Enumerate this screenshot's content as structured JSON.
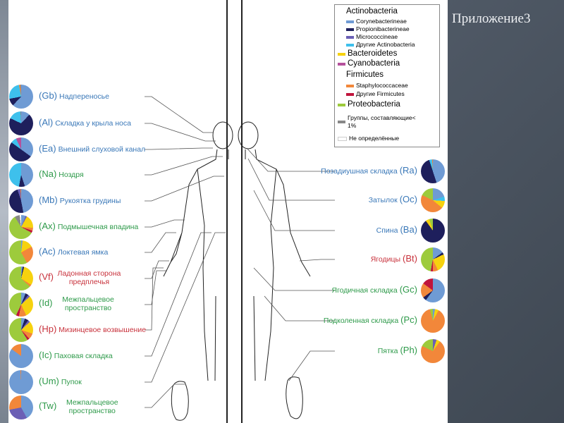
{
  "title": "Приложение3",
  "legend": {
    "groups": [
      {
        "label": "Actinobacteria"
      },
      {
        "label": "Firmicutes"
      }
    ],
    "items": [
      {
        "label": "Corynebacterineae",
        "color": "#6f9bd4"
      },
      {
        "label": "Propionibacterineae",
        "color": "#1e1f5c"
      },
      {
        "label": "Micrococcineae",
        "color": "#6b5fb5"
      },
      {
        "label": "Другие Actinobacteria",
        "color": "#3ec0ec"
      },
      {
        "label": "Bacteroidetes",
        "color": "#f6d20e"
      },
      {
        "label": "Cyanobacteria",
        "color": "#b5519c"
      },
      {
        "label": "Staphylococcaceae",
        "color": "#f2873a"
      },
      {
        "label": "Другие Firmicutes",
        "color": "#c0143c"
      },
      {
        "label": "Proteobacteria",
        "color": "#9dcb3c"
      },
      {
        "label": "Группы, составляющие< 1%",
        "color": "#888888"
      },
      {
        "label": "Не определённые",
        "color": "#ffffff"
      }
    ]
  },
  "left_sites": [
    {
      "code": "(Gb)",
      "name": "Надпереносье",
      "color": "#3a78b8",
      "pie": [
        0.62,
        0.1,
        0,
        0.25,
        0,
        0,
        0.02,
        0,
        0,
        0.01,
        0
      ]
    },
    {
      "code": "(Al)",
      "name": "Складка у крыла носа",
      "color": "#3a78b8",
      "pie": [
        0.12,
        0.7,
        0,
        0.17,
        0,
        0,
        0,
        0,
        0,
        0.01,
        0
      ]
    },
    {
      "code": "(Ea)",
      "name": "Внешний слуховой канал",
      "color": "#3a78b8",
      "pie": [
        0.35,
        0.5,
        0,
        0.08,
        0,
        0.07,
        0,
        0,
        0,
        0,
        0
      ]
    },
    {
      "code": "(Na)",
      "name": "Ноздря",
      "color": "#2e9a4a",
      "pie": [
        0.45,
        0.08,
        0,
        0.47,
        0,
        0,
        0,
        0,
        0,
        0,
        0
      ]
    },
    {
      "code": "(Mb)",
      "name": "Рукоятка грудины",
      "color": "#3a78b8",
      "pie": [
        0.47,
        0.48,
        0.04,
        0,
        0,
        0,
        0.01,
        0,
        0,
        0,
        0
      ]
    },
    {
      "code": "(Ax)",
      "name": "Подмышечная впадина",
      "color": "#2e9a4a",
      "pie": [
        0.06,
        0,
        0.02,
        0,
        0.18,
        0,
        0.04,
        0.03,
        0.58,
        0.07,
        0.02
      ]
    },
    {
      "code": "(Ac)",
      "name": "Локтевая ямка",
      "color": "#3a78b8",
      "pie": [
        0.02,
        0,
        0,
        0,
        0.15,
        0,
        0.25,
        0,
        0.58,
        0,
        0
      ]
    },
    {
      "code": "(Vf)",
      "name": "Ладонная сторона предплечья",
      "color": "#c8323c",
      "pie": [
        0.02,
        0.02,
        0,
        0,
        0.3,
        0,
        0.03,
        0,
        0.63,
        0,
        0
      ]
    },
    {
      "code": "(Id)",
      "name": "Межпальцевое пространство",
      "color": "#2e9a4a",
      "pie": [
        0.06,
        0.04,
        0.03,
        0,
        0.3,
        0,
        0.1,
        0.04,
        0.43,
        0,
        0
      ]
    },
    {
      "code": "(Hp)",
      "name": "Мизинцевое возвышение",
      "color": "#c8323c",
      "pie": [
        0.05,
        0.05,
        0.03,
        0,
        0.17,
        0,
        0.08,
        0.03,
        0.59,
        0,
        0
      ]
    },
    {
      "code": "(Ic)",
      "name": "Паховая складка",
      "color": "#2e9a4a",
      "pie": [
        0.85,
        0,
        0,
        0,
        0,
        0,
        0.15,
        0,
        0,
        0,
        0
      ]
    },
    {
      "code": "(Um)",
      "name": "Пупок",
      "color": "#2e9a4a",
      "pie": [
        0.99,
        0,
        0,
        0,
        0,
        0,
        0.01,
        0,
        0,
        0,
        0
      ]
    },
    {
      "code": "(Tw)",
      "name": "Межпальцевое пространство",
      "color": "#2e9a4a",
      "pie": [
        0.42,
        0,
        0.3,
        0,
        0,
        0,
        0.28,
        0,
        0,
        0,
        0
      ]
    }
  ],
  "right_sites": [
    {
      "code": "(Ra)",
      "name": "Позадиушная складка",
      "color": "#3a78b8",
      "pie": [
        0.45,
        0.5,
        0,
        0.04,
        0,
        0,
        0.01,
        0,
        0,
        0,
        0
      ]
    },
    {
      "code": "(Oc)",
      "name": "Затылок",
      "color": "#3a78b8",
      "pie": [
        0.2,
        0,
        0,
        0.06,
        0.1,
        0,
        0.46,
        0,
        0.18,
        0,
        0
      ]
    },
    {
      "code": "(Ba)",
      "name": "Спина",
      "color": "#3a78b8",
      "pie": [
        0,
        0.9,
        0,
        0,
        0.05,
        0,
        0,
        0,
        0.05,
        0,
        0
      ]
    },
    {
      "code": "(Bt)",
      "name": "Ягодицы",
      "color": "#c8323c",
      "pie": [
        0.15,
        0.03,
        0,
        0,
        0.25,
        0,
        0.07,
        0.03,
        0.47,
        0,
        0
      ]
    },
    {
      "code": "(Gc)",
      "name": "Ягодичная складка",
      "color": "#2e9a4a",
      "pie": [
        0.6,
        0.05,
        0,
        0,
        0,
        0,
        0.2,
        0.15,
        0,
        0,
        0
      ]
    },
    {
      "code": "(Pc)",
      "name": "Подколенная складка",
      "color": "#2e9a4a",
      "pie": [
        0.03,
        0,
        0,
        0,
        0.05,
        0,
        0.88,
        0,
        0.04,
        0,
        0
      ]
    },
    {
      "code": "(Ph)",
      "name": "Пятка",
      "color": "#2e9a4a",
      "pie": [
        0,
        0,
        0.05,
        0,
        0.05,
        0,
        0.72,
        0,
        0.18,
        0,
        0
      ]
    }
  ]
}
